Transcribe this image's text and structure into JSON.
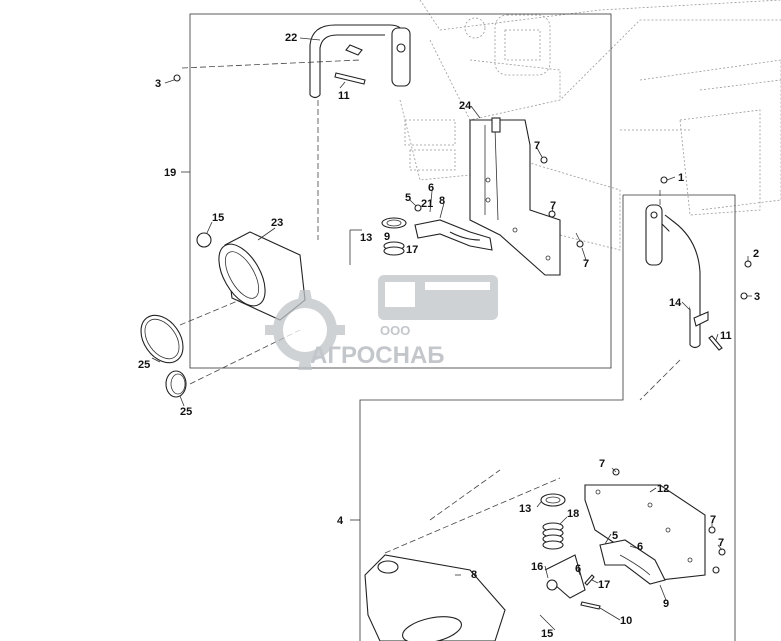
{
  "callouts": {
    "c22": "22",
    "c3a": "3",
    "c11a": "11",
    "c24": "24",
    "c7a": "7",
    "c19": "19",
    "c15a": "15",
    "c23": "23",
    "c5a": "5",
    "c6a": "6",
    "c8a": "8",
    "c21": "21",
    "c7b": "7",
    "c13a": "13",
    "c9a": "9",
    "c17a": "17",
    "c7c": "7",
    "c25a": "25",
    "c25b": "25",
    "c1": "1",
    "c2": "2",
    "c3b": "3",
    "c14": "14",
    "c11b": "11",
    "c4": "4",
    "c7d": "7",
    "c12": "12",
    "c13b": "13",
    "c18": "18",
    "c7e": "7",
    "c5b": "5",
    "c6b": "6",
    "c7f": "7",
    "c16": "16",
    "c6c": "6",
    "c8b": "8",
    "c17b": "17",
    "c9b": "9",
    "c10": "10",
    "c15b": "15"
  },
  "watermark": {
    "company": "ООО",
    "brand": "АГРОСНАБ"
  }
}
